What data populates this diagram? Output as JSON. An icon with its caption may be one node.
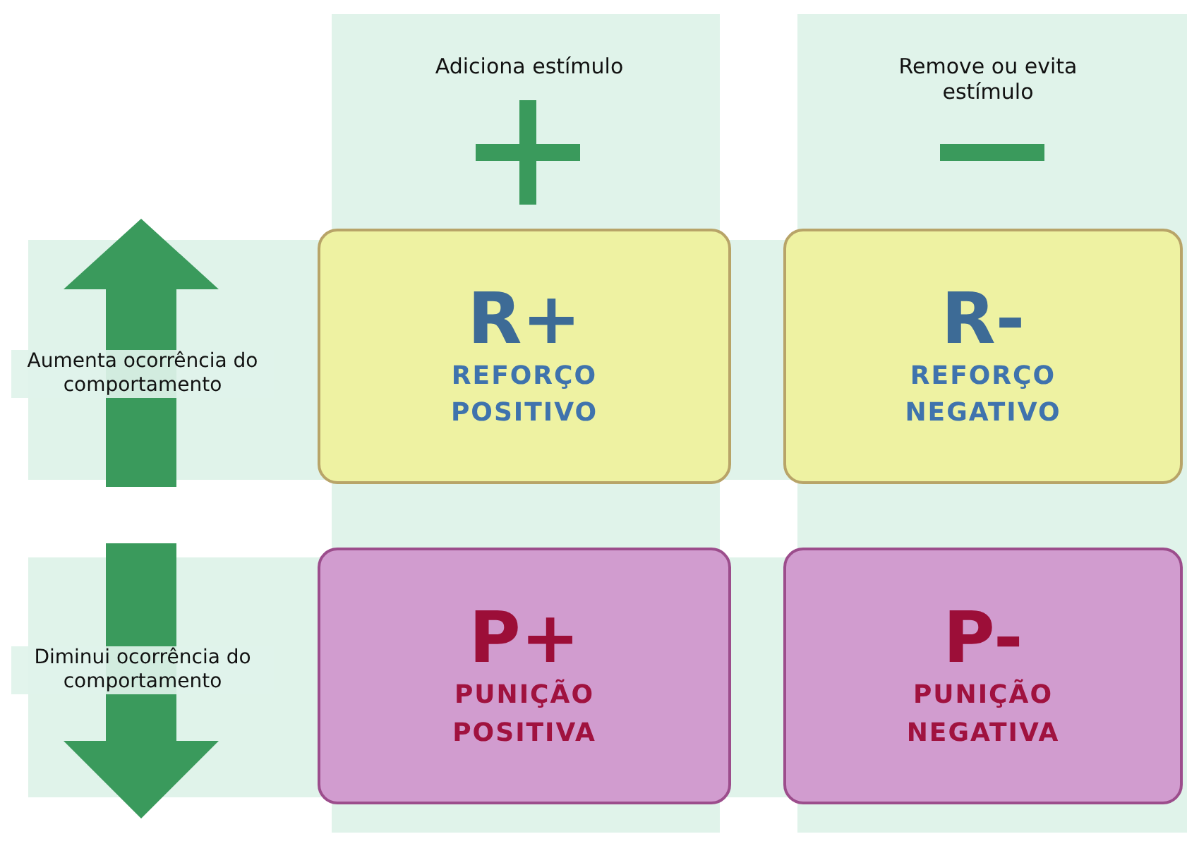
{
  "diagram": {
    "nodes": [
      {
        "text": [
          "R+",
          "REFORÇO POSITIVO"
        ]
      },
      {
        "text": [
          "R-",
          "REFORÇO NEGATIVO"
        ]
      },
      {
        "text": [
          "P+",
          "PUNIÇÃO POSITIVA"
        ]
      },
      {
        "text": [
          "P-",
          "PUNIÇÃO NEGATIVA"
        ]
      }
    ],
    "labels": [
      "Adiciona estímulo",
      "Remove ou evita estímulo",
      "Aumenta ocorrência do comportamento",
      "Diminui ocorrência do comportamento"
    ]
  }
}
